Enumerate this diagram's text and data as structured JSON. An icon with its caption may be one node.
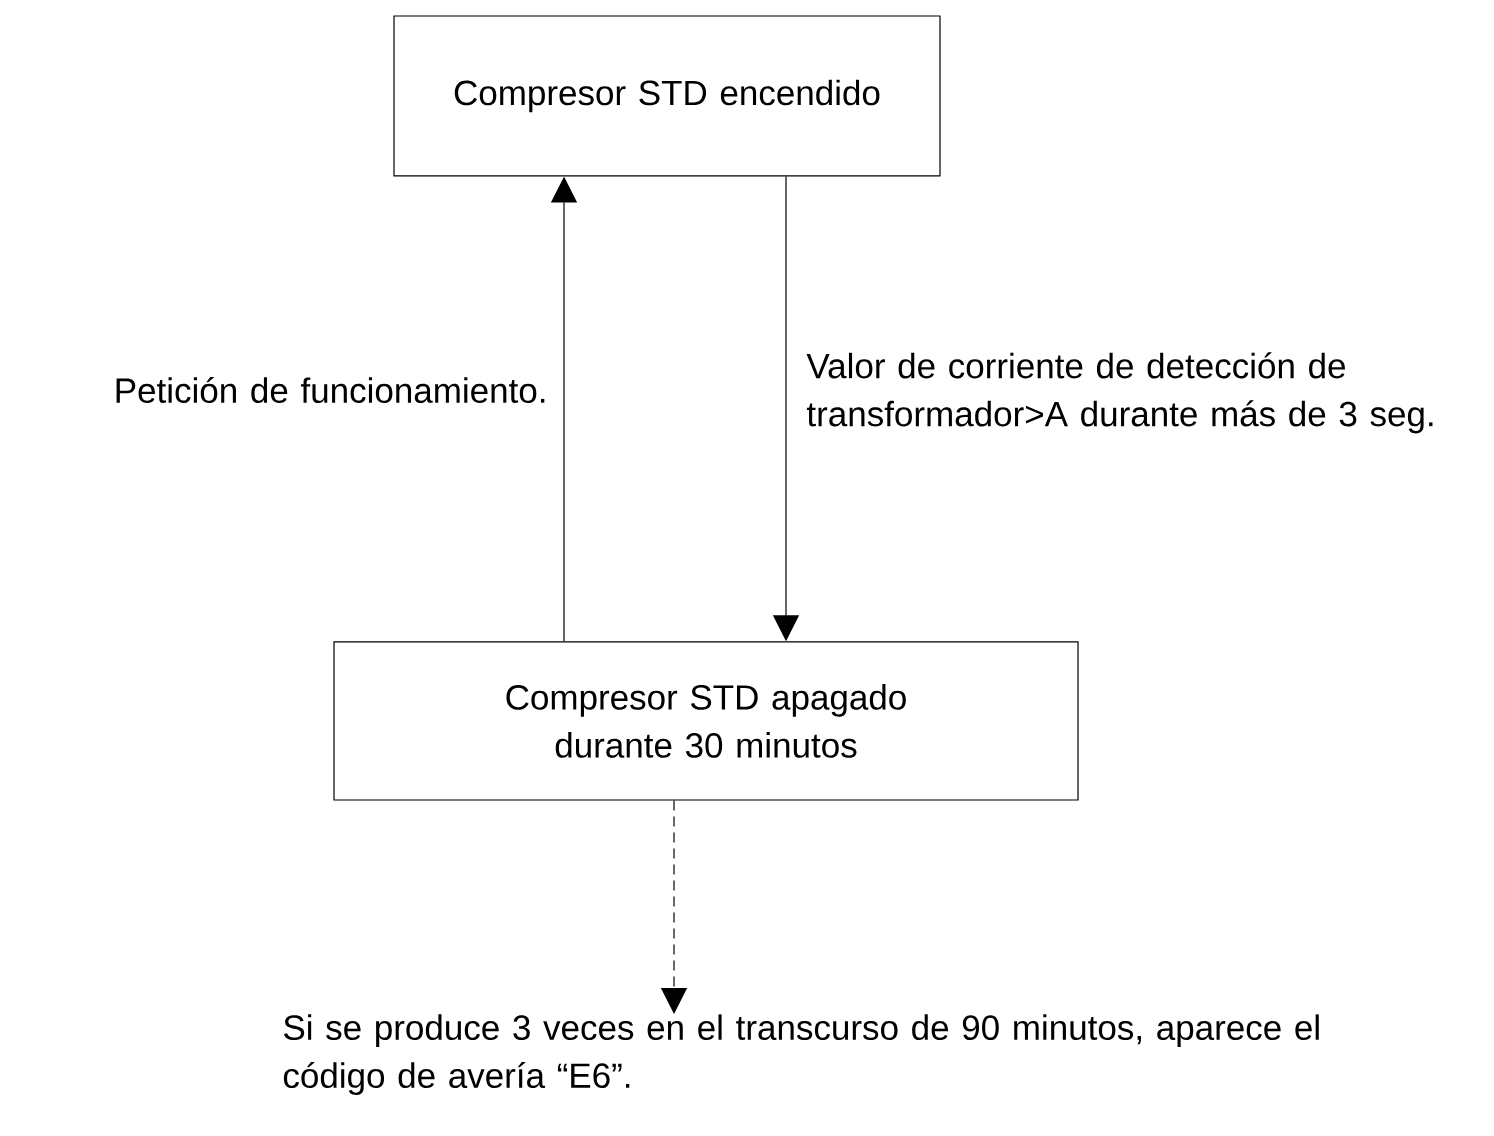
{
  "diagram": {
    "nodes": [
      {
        "text": [
          "Compresor STD encendido"
        ]
      },
      {
        "text": [
          "Compresor STD apagado durante 30 minutos"
        ]
      },
      {
        "text": [
          "Si se produce 3 veces en el transcurso de 90 minutos, aparece el código de avería “E6”."
        ]
      }
    ],
    "edges": [
      {
        "from": 1,
        "to": 0,
        "arrow": "to",
        "label": "Petición de funcionamiento."
      },
      {
        "from": 0,
        "to": 1,
        "arrow": "to",
        "label": "Valor de corriente de detección de transformador>A durante más de 3 seg."
      },
      {
        "from": 1,
        "to": 2,
        "arrow": "to",
        "style": "dashed"
      }
    ]
  }
}
